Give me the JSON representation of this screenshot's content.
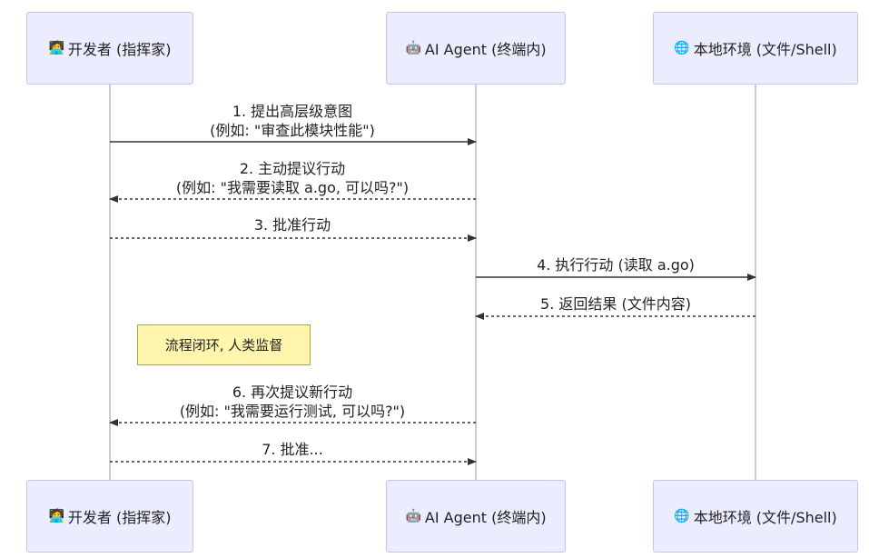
{
  "participants": [
    {
      "id": "dev",
      "icon": "🧑‍💻",
      "icon_name": "developer-icon",
      "label": "开发者 (指挥家)"
    },
    {
      "id": "agent",
      "icon": "🤖",
      "icon_name": "robot-icon",
      "label": "AI Agent (终端内)"
    },
    {
      "id": "env",
      "icon": "🌐",
      "icon_name": "globe-icon",
      "label": "本地环境 (文件/Shell)"
    }
  ],
  "messages": [
    {
      "line1": "1. 提出高层级意图",
      "line2": "(例如: \"审查此模块性能\")",
      "style": "solid"
    },
    {
      "line1": "2. 主动提议行动",
      "line2": "(例如: \"我需要读取 a.go, 可以吗?\")",
      "style": "dashed"
    },
    {
      "line1": "3. 批准行动",
      "style": "dashed"
    },
    {
      "line1": "4. 执行行动 (读取 a.go)",
      "style": "solid"
    },
    {
      "line1": "5. 返回结果 (文件内容)",
      "style": "dashed"
    },
    {
      "line1": "6. 再次提议新行动",
      "line2": "(例如: \"我需要运行测试, 可以吗?\")",
      "style": "dashed"
    },
    {
      "line1": "7. 批准...",
      "style": "dashed"
    }
  ],
  "note": {
    "text": "流程闭环, 人类监督"
  },
  "colors": {
    "actor_fill": "#ececff",
    "actor_border": "#c7c3ec",
    "lifeline": "#999999",
    "arrow": "#333333",
    "note_fill": "#fff5ad",
    "note_border": "#aaaa33"
  }
}
